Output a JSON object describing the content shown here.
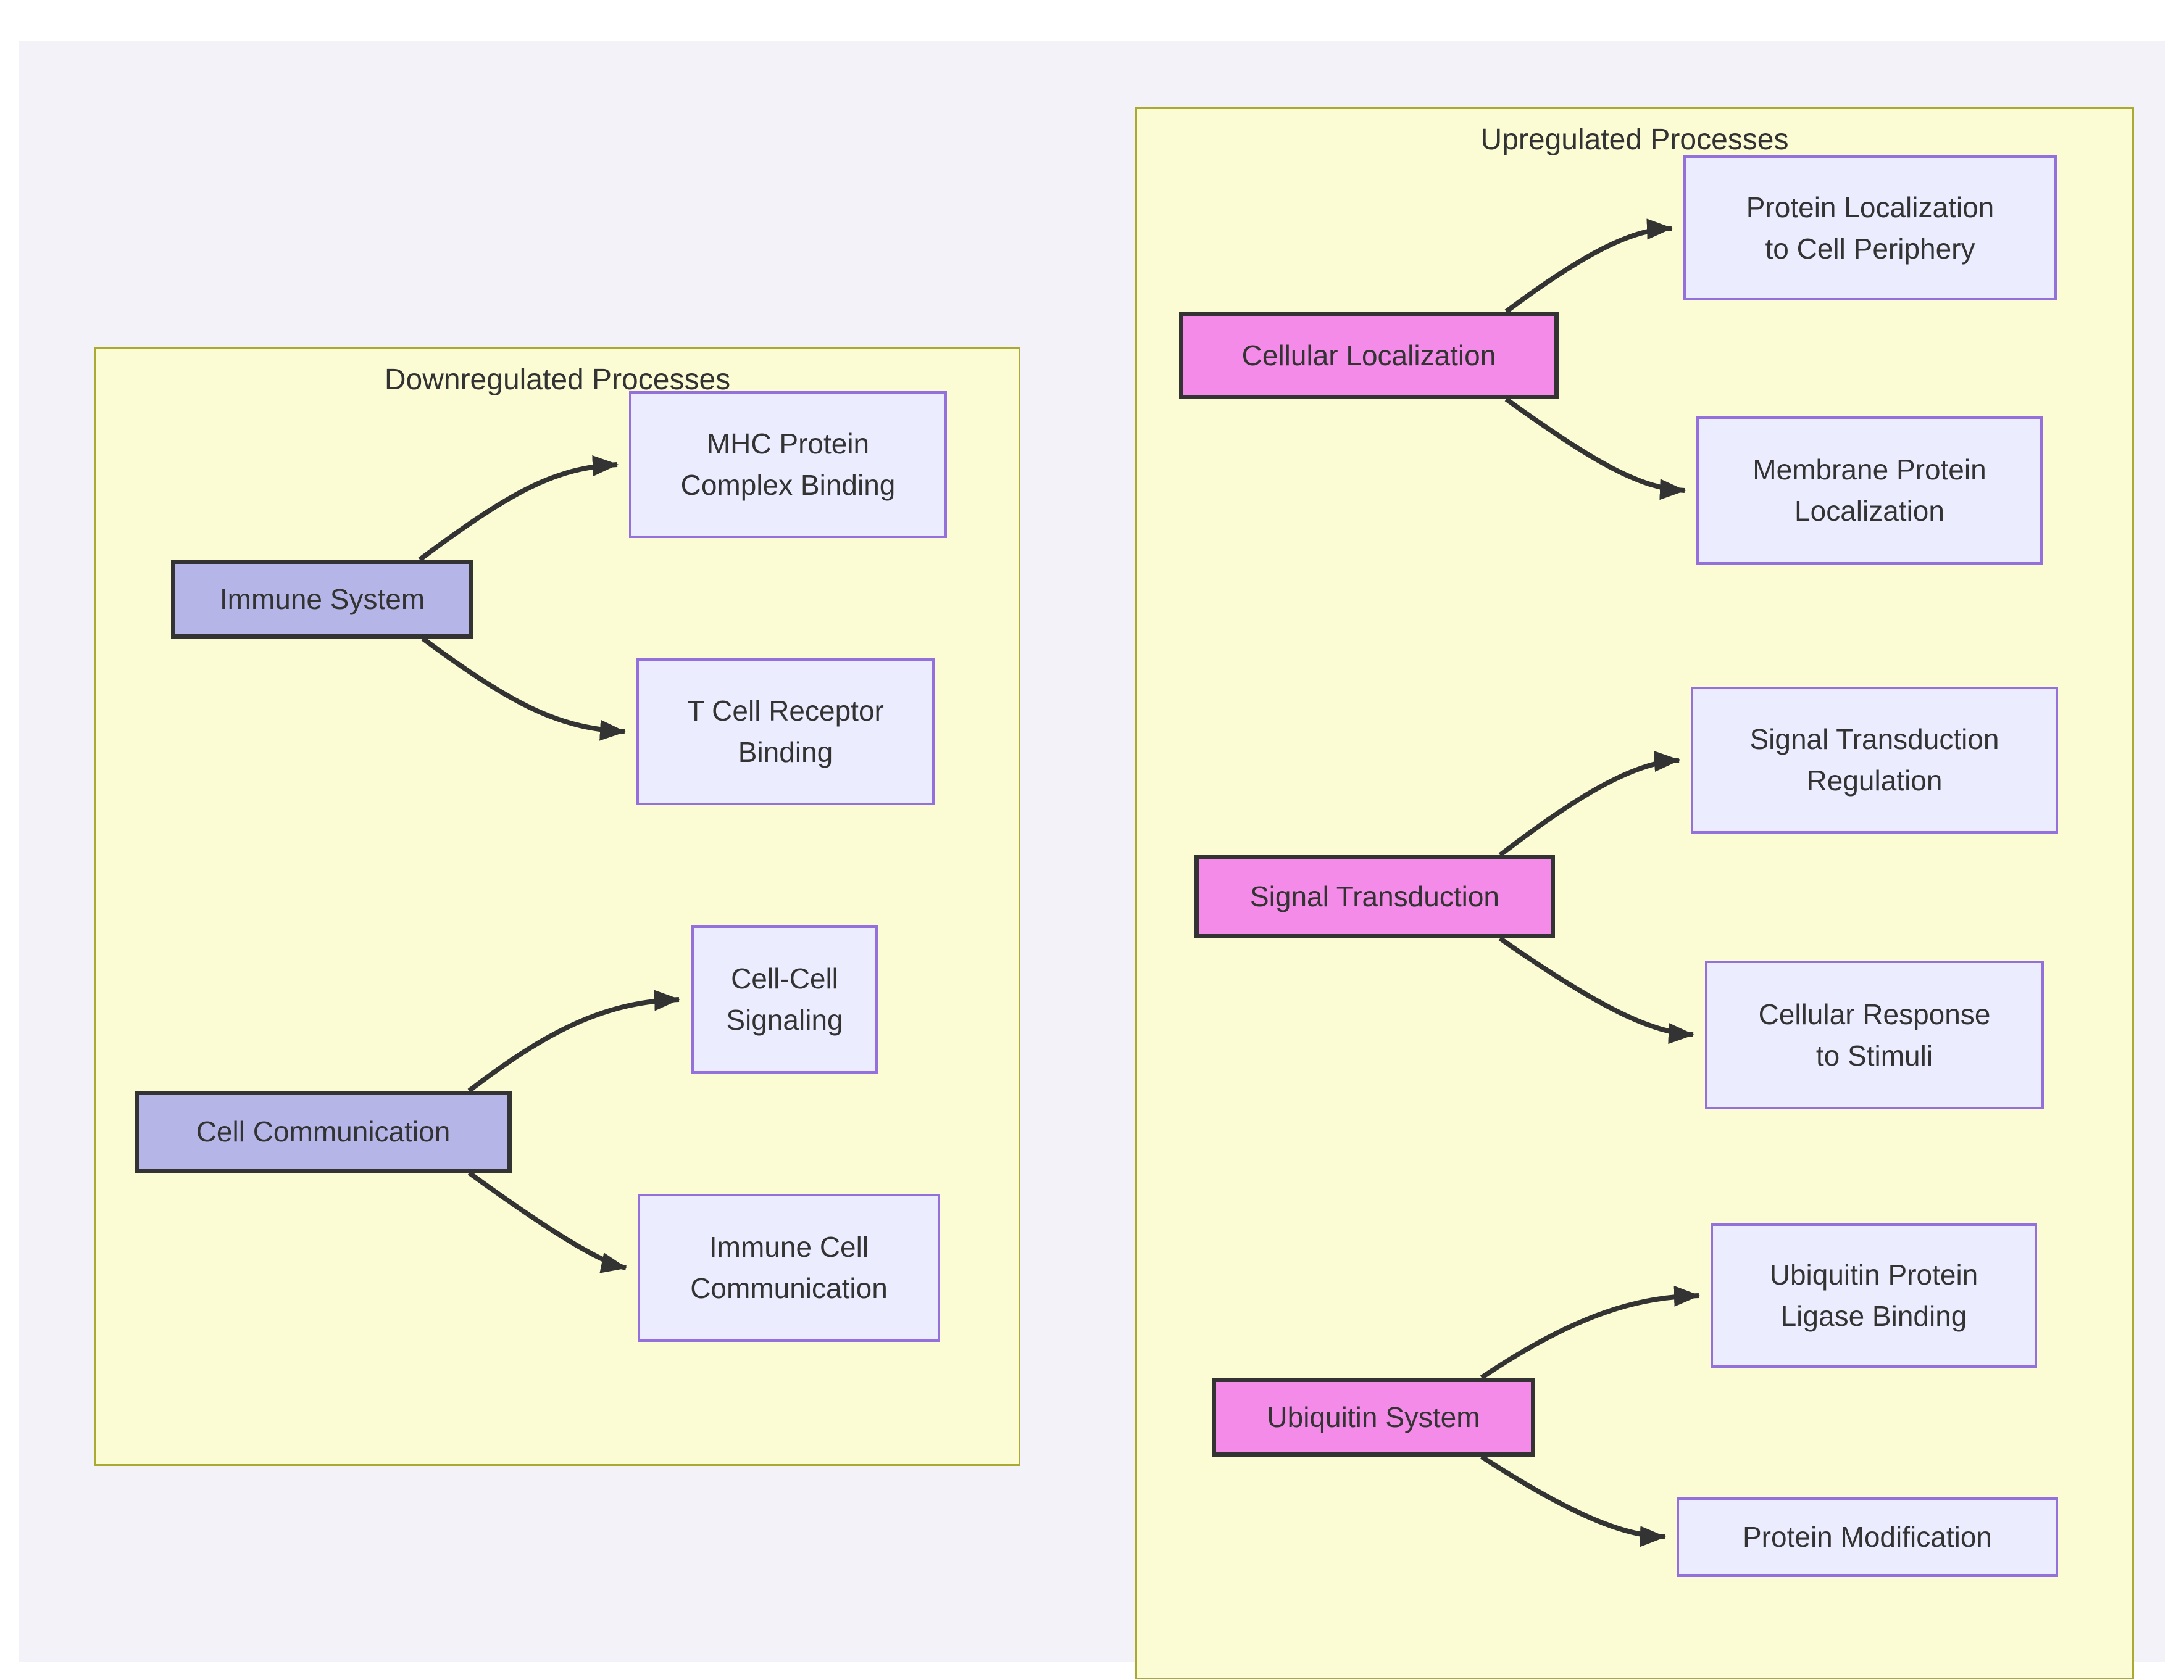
{
  "diagram": {
    "type": "flowchart",
    "colors": {
      "canvas": "#f2f2f8",
      "cluster_fill": "#fbfcd4",
      "cluster_border": "#aaaa33",
      "leaf_fill": "#ececff",
      "leaf_border": "#9370db",
      "downregulated_parent_fill": "#b5b5e7",
      "upregulated_parent_fill": "#f48be8",
      "parent_border": "#333333",
      "edge": "#333333",
      "text": "#333333"
    }
  },
  "down": {
    "title": "Downregulated Processes",
    "immune_system": "Immune System",
    "mhc": [
      "MHC Protein",
      "Complex Binding"
    ],
    "tcell": [
      "T Cell Receptor",
      "Binding"
    ],
    "cell_communication": "Cell Communication",
    "cell_cell_signaling": [
      "Cell-Cell",
      "Signaling"
    ],
    "immune_cell_communication": [
      "Immune Cell",
      "Communication"
    ]
  },
  "up": {
    "title": "Upregulated Processes",
    "cellular_localization": "Cellular Localization",
    "protein_localization_periphery": [
      "Protein Localization",
      "to Cell Periphery"
    ],
    "membrane_protein_localization": [
      "Membrane Protein",
      "Localization"
    ],
    "signal_transduction": "Signal Transduction",
    "signal_transduction_regulation": [
      "Signal Transduction",
      "Regulation"
    ],
    "cellular_response_stimuli": [
      "Cellular Response",
      "to Stimuli"
    ],
    "ubiquitin_system": "Ubiquitin System",
    "ubiquitin_ligase_binding": [
      "Ubiquitin Protein",
      "Ligase Binding"
    ],
    "protein_modification": "Protein Modification"
  },
  "edges": [
    {
      "from": "Immune System",
      "to": "MHC Protein Complex Binding"
    },
    {
      "from": "Immune System",
      "to": "T Cell Receptor Binding"
    },
    {
      "from": "Cell Communication",
      "to": "Cell-Cell Signaling"
    },
    {
      "from": "Cell Communication",
      "to": "Immune Cell Communication"
    },
    {
      "from": "Cellular Localization",
      "to": "Protein Localization to Cell Periphery"
    },
    {
      "from": "Cellular Localization",
      "to": "Membrane Protein Localization"
    },
    {
      "from": "Signal Transduction",
      "to": "Signal Transduction Regulation"
    },
    {
      "from": "Signal Transduction",
      "to": "Cellular Response to Stimuli"
    },
    {
      "from": "Ubiquitin System",
      "to": "Ubiquitin Protein Ligase Binding"
    },
    {
      "from": "Ubiquitin System",
      "to": "Protein Modification"
    }
  ]
}
